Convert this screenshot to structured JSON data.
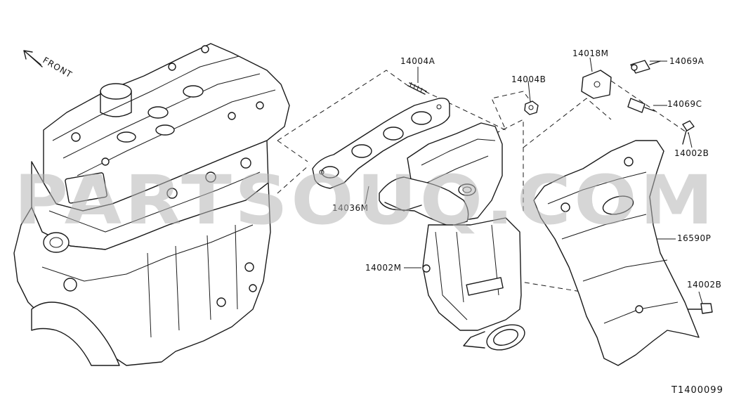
{
  "diagram": {
    "front_label": "FRONT",
    "watermark": "PARTSOUQ.COM",
    "reference_number": "T1400099",
    "parts": [
      {
        "label": "14004A"
      },
      {
        "label": "14004B"
      },
      {
        "label": "14018M"
      },
      {
        "label": "14069A"
      },
      {
        "label": "14069C"
      },
      {
        "label": "14002B"
      },
      {
        "label": "14036M"
      },
      {
        "label": "16590P"
      },
      {
        "label": "14002M"
      },
      {
        "label": "14002B"
      }
    ]
  }
}
